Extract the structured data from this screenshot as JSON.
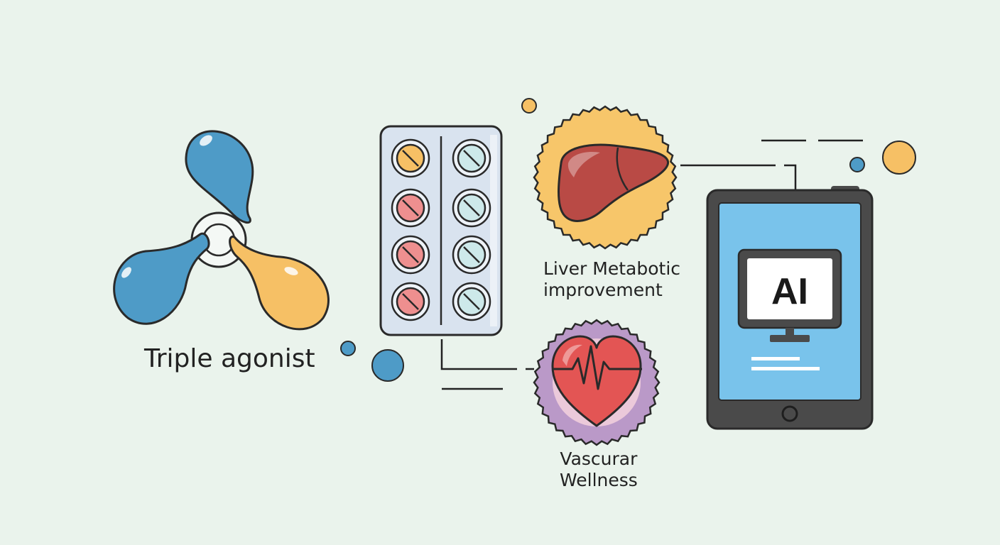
{
  "labels": {
    "triple_agonist": "Triple agonist",
    "liver_line1": "Liver Metabotic",
    "liver_line2": "improvement",
    "vascular_line1": "Vascurar",
    "vascular_line2": "Wellness",
    "ai_screen_text": "AI"
  },
  "icons": {
    "molecule": "triple-agonist-molecule-icon",
    "pills": "pill-blister-pack-icon",
    "liver": "liver-icon",
    "heart": "heart-pulse-icon",
    "tablet": "tablet-icon",
    "monitor": "monitor-icon"
  },
  "colors": {
    "background": "#EAF3EC",
    "blue": "#4E9BC7",
    "orange": "#F6C065",
    "pill_red": "#EE8F8F",
    "pill_cyan": "#CDE9EA",
    "liver": "#B94A45",
    "heart": "#E35554",
    "badge_orange": "#F7C66A",
    "badge_purple": "#BA99C8",
    "tablet_screen": "#79C3EB",
    "tablet_frame": "#4A4A4A",
    "outline": "#2A2A2A"
  }
}
